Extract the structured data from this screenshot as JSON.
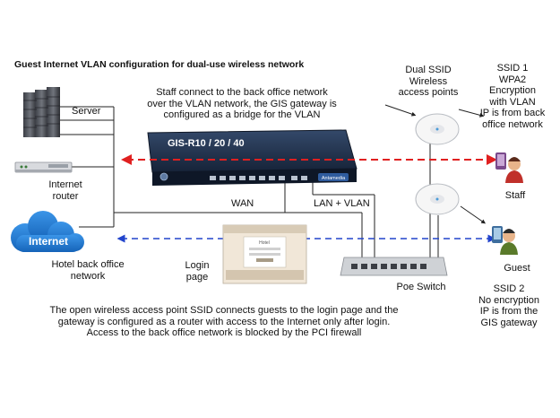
{
  "title": "Guest Internet VLAN configuration for dual-use wireless network",
  "top_caption": [
    "Staff connect to the back office network",
    "over the VLAN network, the GIS gateway is",
    "configured as a bridge for the VLAN"
  ],
  "gateway_label": "GIS-R10 / 20 / 40",
  "gateway_logo": "Antamedia",
  "server_label": "Server",
  "router_label": [
    "Internet",
    "router"
  ],
  "cloud_label": "Internet",
  "back_office_label": [
    "Hotel back office",
    "network"
  ],
  "wan_label": "WAN",
  "lan_vlan_label": "LAN + VLAN",
  "login_page_label": [
    "Login",
    "page"
  ],
  "login_screen_text": "Hotel",
  "poe_switch_label": "Poe Switch",
  "dual_ssid_label": [
    "Dual SSID",
    "Wireless",
    "access points"
  ],
  "ssid1_label": [
    "SSID 1",
    "WPA2",
    "Encryption",
    "with VLAN",
    "IP is from back",
    "office network"
  ],
  "staff_label": "Staff",
  "guest_label": "Guest",
  "ssid2_label": [
    "SSID 2",
    "No encryption",
    "IP is from the",
    "GIS gateway"
  ],
  "bottom_caption": [
    "The open wireless access point SSID connects guests to the login page and the",
    "gateway is configured as a router with access to the Internet only after login.",
    "Access to the back office network is blocked by the PCI firewall"
  ],
  "colors": {
    "staff_arrow": "#e02020",
    "guest_arrow": "#2244cc",
    "gateway_body": "#1f3048",
    "cloud": "#1f78d1",
    "line": "#222222"
  },
  "icons": [
    "server-rack-icon",
    "router-icon",
    "cloud-icon",
    "gateway-appliance-icon",
    "switch-icon",
    "access-point-icon",
    "staff-user-icon",
    "guest-user-icon",
    "login-screen-icon"
  ]
}
